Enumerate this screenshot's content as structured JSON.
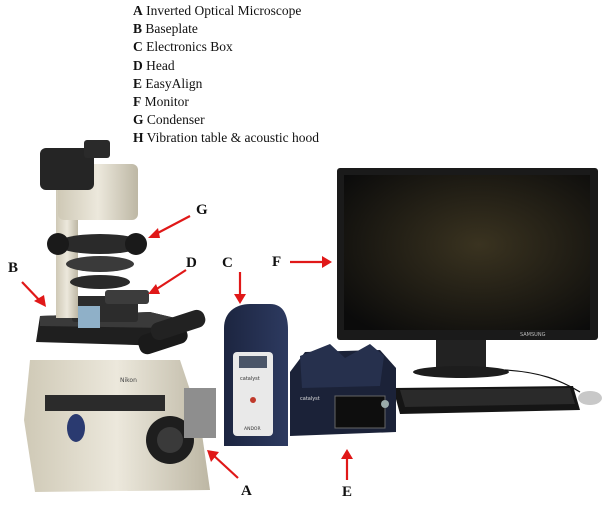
{
  "legend": [
    {
      "key": "A",
      "text": "Inverted Optical Microscope"
    },
    {
      "key": "B",
      "text": "Baseplate"
    },
    {
      "key": "C",
      "text": "Electronics Box"
    },
    {
      "key": "D",
      "text": "Head"
    },
    {
      "key": "E",
      "text": "EasyAlign"
    },
    {
      "key": "F",
      "text": "Monitor"
    },
    {
      "key": "G",
      "text": "Condenser"
    },
    {
      "key": "H",
      "text": "Vibration table & acoustic hood"
    }
  ],
  "callouts": {
    "a": "A",
    "b": "B",
    "c": "C",
    "d": "D",
    "e": "E",
    "f": "F",
    "g": "G"
  },
  "device_labels": {
    "electronics_box": "ANDOR",
    "electronics_box_brand": "catalyst",
    "easyalign_brand": "catalyst",
    "monitor_brand": "SAMSUNG",
    "microscope_brand": "Nikon"
  },
  "colors": {
    "arrow": "#e01818",
    "text": "#111111"
  }
}
